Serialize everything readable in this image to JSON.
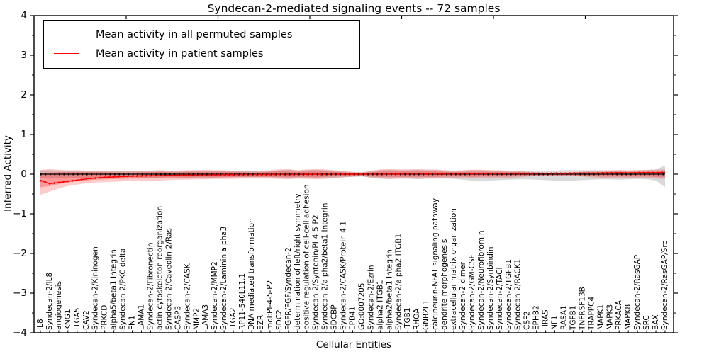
{
  "figure": {
    "title": "Syndecan-2-mediated signaling events -- 72 samples",
    "xlabel": "Cellular Entities",
    "ylabel": "Inferred Activity",
    "legend": [
      {
        "label": "Mean activity in all permuted samples",
        "color": "#000000"
      },
      {
        "label": "Mean activity in patient samples",
        "color": "#ff0000"
      }
    ]
  },
  "chart_data": {
    "type": "line",
    "title": "Syndecan-2-mediated signaling events -- 72 samples",
    "xlabel": "Cellular Entities",
    "ylabel": "Inferred Activity",
    "ylim": [
      -4,
      4
    ],
    "yticks": [
      -4,
      -3,
      -2,
      -1,
      0,
      1,
      2,
      3,
      4
    ],
    "ytick_labels": [
      "−4",
      "−3",
      "−2",
      "−1",
      "0",
      "1",
      "2",
      "3",
      "4"
    ],
    "grid": false,
    "legend_position": "upper left",
    "categories": [
      "IL8",
      "Syndecan-2/IL8",
      "angiogenesis",
      "KNG1",
      "ITGA5",
      "CAV2",
      "Syndecan-2/Kininogen",
      "PRKCD",
      "alpha5/beta1 Integrin",
      "Syndecan-2/PKC delta",
      "FN1",
      "LAMA1",
      "Syndecan-2/Fibronectin",
      "actin cytoskeleton reorganization",
      "Syndecan-2/Caveolin-2/Ras",
      "CASP3",
      "Syndecan-2/CASK",
      "MMP2",
      "LAMA3",
      "Syndecan-2/MMP2",
      "Syndecan-2/Laminin alpha3",
      "ITGA2",
      "RP11-540L11.1",
      "DNA mediated transformation",
      "EZR",
      "mol:PI-4-5-P2",
      "SDC2",
      "FGFR/FGF/Syndecan-2",
      "determination of left/right symmetry",
      "positive regulation of cell-cell adhesion",
      "Syndecan-2/Syntenin/PI-4-5-P2",
      "Syndecan-2/alpha2/beta1 Integrin",
      "SDCBP",
      "Syndecan-2/CASK/Protein 4.1",
      "EPB41",
      "GO:0007205",
      "Syndecan-2/Ezrin",
      "alpha2 ITGB1",
      "alpha2/beta1 Integrin",
      "Syndecan-2/alpha2 ITGB1",
      "ITGB1",
      "RHOA",
      "GNB2L1",
      "calcineurin-NFAT signaling pathway",
      "dendrite morphogenesis",
      "extracellular matrix organization",
      "Syndecan-2 dimer",
      "Syndecan-2/GM-CSF",
      "Syndecan-2/Neurofibromin",
      "Syndecan-2/Synbindin",
      "Syndecan-2/TACI",
      "Syndecan-2/TGFB1",
      "Syndecan-2/RACK1",
      "CSF2",
      "EPHB2",
      "HRAS",
      "NF1",
      "RASA1",
      "TGFB1",
      "TNFRSF13B",
      "TRAPPC4",
      "MAPK1",
      "MAPK3",
      "PRKACA",
      "MAPK8",
      "Syndecan-2/RasGAP",
      "SRC",
      "BAX",
      "Syndecan-2/RasGAP/Src"
    ],
    "series": [
      {
        "name": "Mean activity in all permuted samples",
        "color": "#000000",
        "values": [
          0,
          0,
          0,
          0,
          0,
          0,
          0,
          0,
          0,
          0,
          0,
          0,
          0,
          0,
          0,
          0,
          0,
          0,
          0,
          0,
          0,
          0,
          0,
          0,
          0,
          0,
          0,
          0,
          0,
          0,
          0,
          0,
          0,
          0,
          0,
          0,
          0,
          0,
          0,
          0,
          0,
          0,
          0,
          0,
          0,
          0,
          0,
          0,
          0,
          0,
          0,
          0,
          0,
          0,
          0,
          0,
          0,
          0,
          0,
          0,
          0,
          0,
          0,
          0,
          0,
          0,
          0,
          0,
          0
        ]
      },
      {
        "name": "Mean activity in patient samples",
        "color": "#ff0000",
        "values": [
          -0.16,
          -0.24,
          -0.21,
          -0.18,
          -0.15,
          -0.12,
          -0.1,
          -0.08,
          -0.07,
          -0.06,
          -0.05,
          -0.045,
          -0.04,
          -0.035,
          -0.03,
          -0.03,
          -0.025,
          -0.02,
          -0.02,
          -0.02,
          -0.015,
          -0.015,
          -0.01,
          -0.01,
          -0.01,
          -0.01,
          -0.005,
          -0.01,
          -0.005,
          -0.005,
          0,
          -0.005,
          0,
          0,
          0,
          0,
          0.005,
          0,
          0.005,
          0.005,
          0.005,
          0.01,
          0.005,
          0.01,
          0.01,
          0.005,
          0.01,
          0.01,
          0.015,
          0.01,
          0.015,
          0.015,
          0.02,
          0.02,
          0.02,
          0.02,
          0.025,
          0.02,
          0.025,
          0.03,
          0.025,
          0.03,
          0.03,
          0.035,
          0.03,
          0.035,
          0.04,
          0.04,
          0.045
        ]
      }
    ],
    "bands": [
      {
        "name": "permuted-samples-std",
        "color": "rgba(128,128,128,0.30)",
        "upper": [
          0.1,
          0.1,
          0.09,
          0.09,
          0.09,
          0.08,
          0.08,
          0.08,
          0.08,
          0.08,
          0.08,
          0.08,
          0.08,
          0.09,
          0.08,
          0.08,
          0.09,
          0.09,
          0.09,
          0.09,
          0.08,
          0.08,
          0.08,
          0.07,
          0.08,
          0.08,
          0.1,
          0.11,
          0.09,
          0.1,
          0.11,
          0.1,
          0.09,
          0.07,
          0.06,
          0.05,
          0.08,
          0.1,
          0.11,
          0.1,
          0.1,
          0.11,
          0.1,
          0.1,
          0.09,
          0.08,
          0.09,
          0.1,
          0.1,
          0.09,
          0.09,
          0.08,
          0.08,
          0.07,
          0.08,
          0.09,
          0.09,
          0.1,
          0.1,
          0.1,
          0.1,
          0.1,
          0.09,
          0.1,
          0.09,
          0.1,
          0.1,
          0.12,
          0.22
        ],
        "lower": [
          -0.1,
          -0.1,
          -0.1,
          -0.1,
          -0.09,
          -0.09,
          -0.09,
          -0.09,
          -0.09,
          -0.08,
          -0.08,
          -0.09,
          -0.09,
          -0.09,
          -0.08,
          -0.08,
          -0.09,
          -0.09,
          -0.09,
          -0.09,
          -0.08,
          -0.08,
          -0.08,
          -0.08,
          -0.08,
          -0.08,
          -0.1,
          -0.11,
          -0.09,
          -0.1,
          -0.11,
          -0.1,
          -0.09,
          -0.08,
          -0.07,
          -0.06,
          -0.09,
          -0.11,
          -0.12,
          -0.11,
          -0.11,
          -0.12,
          -0.11,
          -0.11,
          -0.11,
          -0.12,
          -0.14,
          -0.16,
          -0.17,
          -0.16,
          -0.15,
          -0.14,
          -0.13,
          -0.13,
          -0.14,
          -0.15,
          -0.16,
          -0.17,
          -0.16,
          -0.15,
          -0.14,
          -0.13,
          -0.13,
          -0.14,
          -0.13,
          -0.12,
          -0.13,
          -0.16,
          -0.33
        ]
      },
      {
        "name": "patient-samples-std-outer",
        "color": "rgba(255,0,0,0.20)",
        "upper": [
          0.1,
          0.13,
          0.11,
          0.1,
          0.1,
          0.09,
          0.09,
          0.09,
          0.08,
          0.08,
          0.08,
          0.09,
          0.09,
          0.1,
          0.09,
          0.09,
          0.1,
          0.1,
          0.11,
          0.1,
          0.1,
          0.09,
          0.09,
          0.08,
          0.09,
          0.1,
          0.12,
          0.13,
          0.1,
          0.12,
          0.13,
          0.12,
          0.1,
          0.08,
          0.05,
          0.04,
          0.09,
          0.12,
          0.13,
          0.12,
          0.12,
          0.13,
          0.12,
          0.12,
          0.1,
          0.09,
          0.1,
          0.11,
          0.11,
          0.1,
          0.1,
          0.09,
          0.08,
          0.06,
          0.05,
          0.04,
          0.04,
          0.04,
          0.05,
          0.06,
          0.08,
          0.09,
          0.1,
          0.1,
          0.1,
          0.1,
          0.11,
          0.11,
          0.12
        ],
        "lower": [
          -0.52,
          -0.44,
          -0.36,
          -0.3,
          -0.26,
          -0.23,
          -0.21,
          -0.2,
          -0.19,
          -0.18,
          -0.17,
          -0.17,
          -0.16,
          -0.16,
          -0.15,
          -0.14,
          -0.14,
          -0.13,
          -0.13,
          -0.12,
          -0.12,
          -0.12,
          -0.11,
          -0.11,
          -0.11,
          -0.11,
          -0.12,
          -0.13,
          -0.11,
          -0.12,
          -0.13,
          -0.12,
          -0.1,
          -0.08,
          -0.06,
          -0.05,
          -0.09,
          -0.11,
          -0.12,
          -0.11,
          -0.11,
          -0.12,
          -0.11,
          -0.11,
          -0.09,
          -0.09,
          -0.1,
          -0.11,
          -0.1,
          -0.1,
          -0.09,
          -0.09,
          -0.08,
          -0.06,
          -0.05,
          -0.04,
          -0.04,
          -0.04,
          -0.05,
          -0.06,
          -0.08,
          -0.09,
          -0.09,
          -0.1,
          -0.09,
          -0.1,
          -0.1,
          -0.11,
          -0.12
        ]
      },
      {
        "name": "patient-samples-std-inner",
        "color": "rgba(255,0,0,0.25)",
        "upper": [
          0.01,
          0.03,
          0.05,
          0.05,
          0.05,
          0.05,
          0.05,
          0.05,
          0.04,
          0.04,
          0.04,
          0.05,
          0.05,
          0.06,
          0.05,
          0.05,
          0.06,
          0.06,
          0.06,
          0.06,
          0.06,
          0.05,
          0.05,
          0.04,
          0.05,
          0.06,
          0.07,
          0.07,
          0.06,
          0.07,
          0.07,
          0.07,
          0.06,
          0.04,
          0.03,
          0.02,
          0.05,
          0.07,
          0.07,
          0.07,
          0.07,
          0.07,
          0.07,
          0.07,
          0.06,
          0.05,
          0.06,
          0.06,
          0.06,
          0.06,
          0.06,
          0.05,
          0.05,
          0.04,
          0.03,
          0.03,
          0.03,
          0.03,
          0.03,
          0.04,
          0.05,
          0.05,
          0.06,
          0.06,
          0.06,
          0.06,
          0.06,
          0.06,
          0.07
        ],
        "lower": [
          -0.33,
          -0.3,
          -0.25,
          -0.21,
          -0.18,
          -0.16,
          -0.14,
          -0.13,
          -0.12,
          -0.12,
          -0.11,
          -0.11,
          -0.1,
          -0.1,
          -0.09,
          -0.09,
          -0.09,
          -0.08,
          -0.08,
          -0.08,
          -0.08,
          -0.07,
          -0.07,
          -0.07,
          -0.07,
          -0.07,
          -0.07,
          -0.08,
          -0.07,
          -0.07,
          -0.08,
          -0.07,
          -0.06,
          -0.05,
          -0.04,
          -0.03,
          -0.06,
          -0.07,
          -0.07,
          -0.07,
          -0.07,
          -0.07,
          -0.07,
          -0.07,
          -0.06,
          -0.06,
          -0.06,
          -0.07,
          -0.06,
          -0.06,
          -0.06,
          -0.06,
          -0.05,
          -0.04,
          -0.03,
          -0.03,
          -0.03,
          -0.03,
          -0.03,
          -0.04,
          -0.05,
          -0.06,
          -0.06,
          -0.06,
          -0.06,
          -0.06,
          -0.06,
          -0.07,
          -0.08
        ]
      }
    ]
  }
}
